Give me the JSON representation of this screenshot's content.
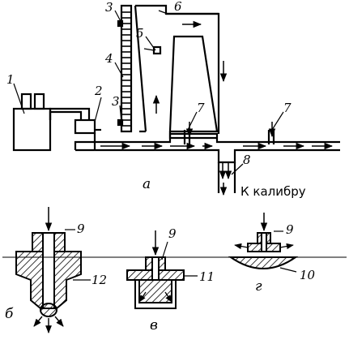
{
  "labels": {
    "n1": "1",
    "n2": "2",
    "n3a": "3",
    "n3b": "3",
    "n4": "4",
    "n5": "5",
    "n6": "6",
    "n7a": "7",
    "n7b": "7",
    "n8": "8",
    "n9a": "9",
    "n9b": "9",
    "n9c": "9",
    "n10": "10",
    "n11": "11",
    "n12": "12",
    "to_gauge": "К калибру",
    "sub_a": "а",
    "sub_b": "б",
    "sub_v": "в",
    "sub_g": "г"
  }
}
